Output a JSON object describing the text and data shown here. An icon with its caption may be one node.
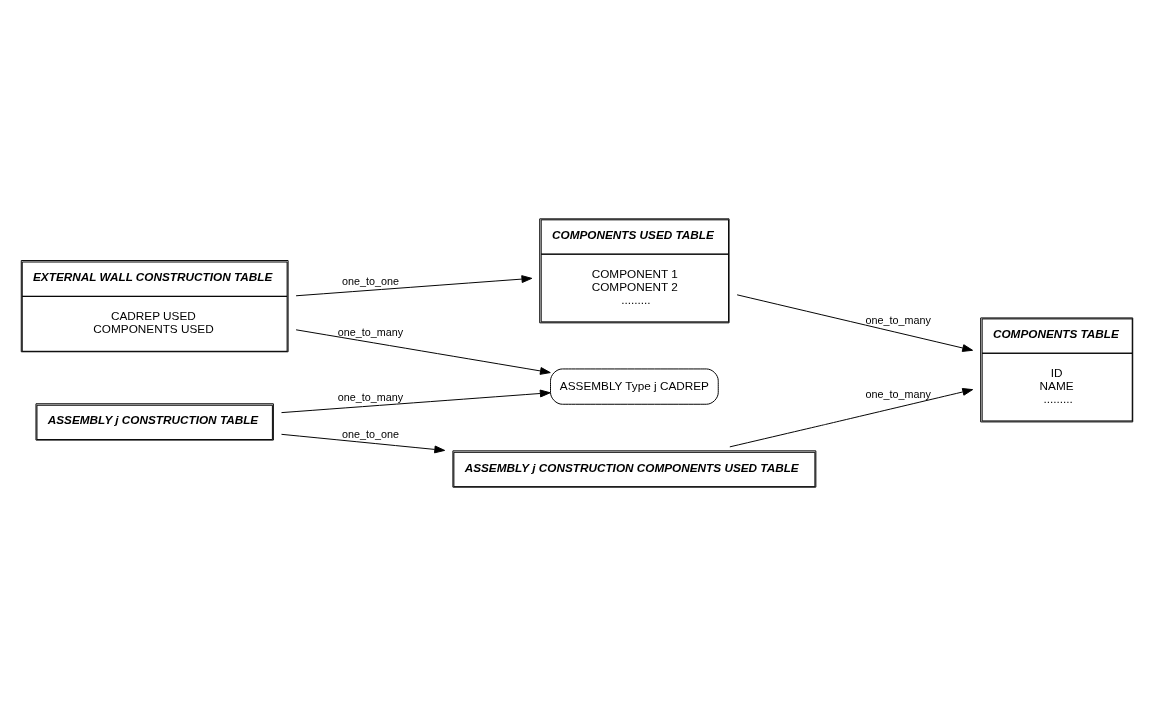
{
  "diagram": {
    "nodes": [
      {
        "text": [
          "ASSEMBLY Type j CADREP"
        ]
      },
      {
        "text": [
          "EXTERNAL WALL CONSTRUCTION TABLE",
          "CADREP USED",
          "COMPONENTS USED"
        ]
      },
      {
        "text": [
          "COMPONENTS USED TABLE",
          "COMPONENT 1",
          "COMPONENT 2",
          "........."
        ]
      },
      {
        "text": [
          "COMPONENTS TABLE",
          "ID",
          "NAME",
          "........."
        ]
      },
      {
        "text": [
          "ASSEMBLY j CONSTRUCTION TABLE"
        ]
      },
      {
        "text": [
          "ASSEMBLY j CONSTRUCTION COMPONENTS USED TABLE"
        ]
      }
    ],
    "edges": [
      {
        "from": 1,
        "to": 0,
        "arrow": "to",
        "label": "one_to_many"
      },
      {
        "from": 1,
        "to": 2,
        "arrow": "to",
        "label": "one_to_one"
      },
      {
        "from": 2,
        "to": 3,
        "arrow": "to",
        "label": "one_to_many"
      },
      {
        "from": 5,
        "to": 3,
        "arrow": "to",
        "label": "one_to_many"
      },
      {
        "from": 4,
        "to": 0,
        "arrow": "to",
        "label": "one_to_many"
      },
      {
        "from": 4,
        "to": 5,
        "arrow": "to",
        "label": "one_to_one"
      }
    ]
  }
}
